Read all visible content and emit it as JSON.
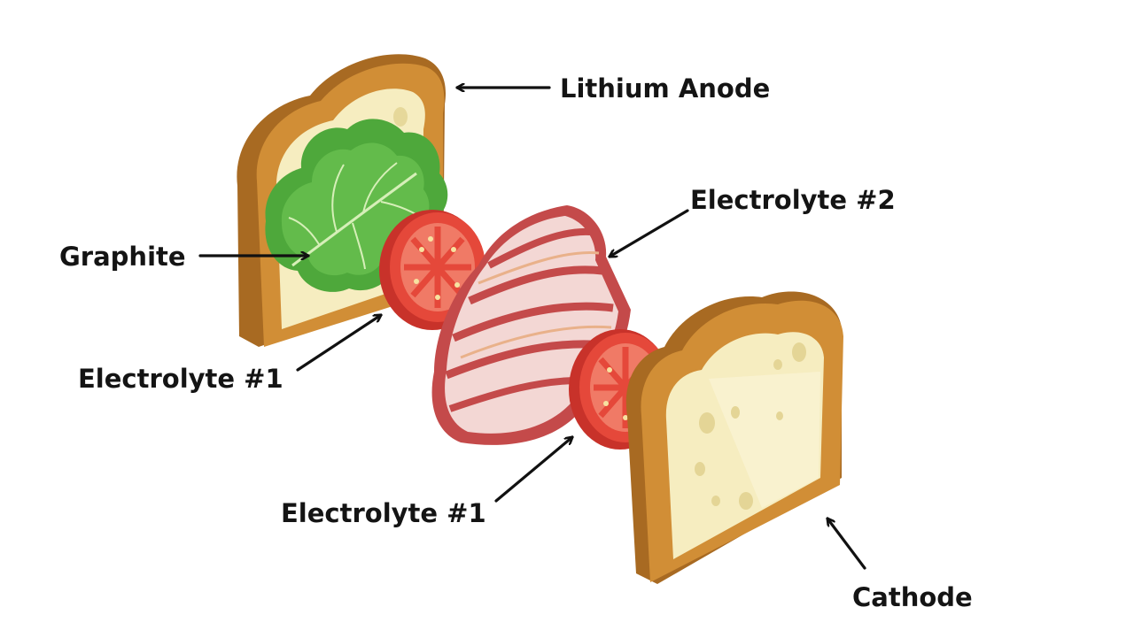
{
  "labels": {
    "lithium_anode": "Lithium Anode",
    "graphite": "Graphite",
    "electrolyte_2": "Electrolyte #2",
    "electrolyte_1_upper": "Electrolyte #1",
    "electrolyte_1_lower": "Electrolyte #1",
    "cathode": "Cathode"
  },
  "colors": {
    "crust": "#cf8a32",
    "crust_dark": "#a86a22",
    "bread": "#f7eec2",
    "lettuce": "#56b043",
    "tomato": "#e24a3c",
    "bacon": "#c44a4a",
    "arrow": "#111111"
  }
}
